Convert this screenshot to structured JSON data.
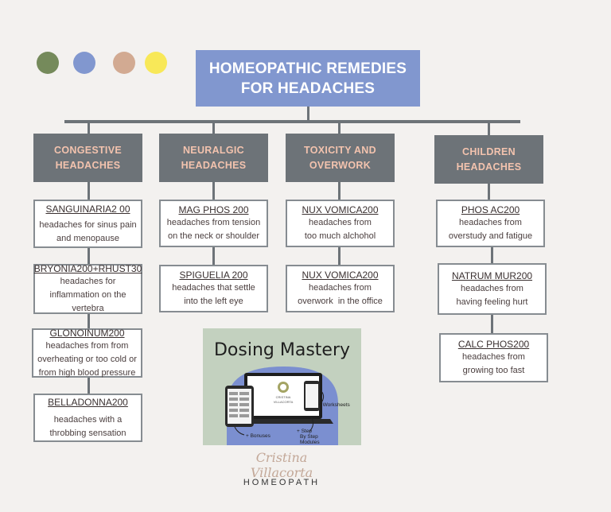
{
  "colors": {
    "green": "#758a5b",
    "blue": "#8197cf",
    "tan": "#d2aa92",
    "yellow": "#f8e858",
    "header": "#6d7378",
    "title": "#8197cf"
  },
  "title": {
    "line1": "HOMEOPATHIC REMEDIES",
    "line2": "FOR HEADACHES"
  },
  "categories": [
    {
      "line1": "CONGESTIVE",
      "line2": "HEADACHES",
      "remedies": [
        {
          "name": "SANGUINARIA2 00",
          "desc": [
            "headaches for sinus pain",
            "and menopause"
          ]
        },
        {
          "name": "BRYONIA200+RHUST30",
          "desc": [
            "headaches for",
            "inflammation on the",
            "vertebra"
          ]
        },
        {
          "name": "GLONOINUM200",
          "desc": [
            "headaches from from",
            "overheating or too cold or",
            "from high blood pressure"
          ]
        },
        {
          "name": "BELLADONNA200",
          "desc": [
            "headaches with a",
            "throbbing sensation"
          ]
        }
      ]
    },
    {
      "line1": "NEURALGIC",
      "line2": "HEADACHES",
      "remedies": [
        {
          "name": "MAG PHOS 200",
          "desc": [
            "headaches from tension",
            "on the neck or shoulder"
          ]
        },
        {
          "name": "SPIGUELIA 200",
          "desc": [
            "headaches that settle",
            "into the left eye"
          ]
        }
      ]
    },
    {
      "line1": "TOXICITY AND",
      "line2": "OVERWORK",
      "remedies": [
        {
          "name": "NUX VOMICA200",
          "desc": [
            "headaches from",
            "too much alchohol"
          ]
        },
        {
          "name": "NUX VOMICA200",
          "desc": [
            "headaches from",
            "overwork  in the office"
          ]
        }
      ]
    },
    {
      "line1": "CHILDREN",
      "line2": "HEADACHES",
      "remedies": [
        {
          "name": "PHOS AC200",
          "desc": [
            "headaches from",
            "overstudy and fatigue"
          ]
        },
        {
          "name": "NATRUM MUR200",
          "desc": [
            "headaches from",
            "having feeling hurt"
          ]
        },
        {
          "name": "CALC PHOS200",
          "desc": [
            "headaches from",
            "growing too fast"
          ]
        }
      ]
    }
  ],
  "promo": {
    "title": "Dosing Mastery",
    "laptop_text": [
      "CRISTINA",
      "VILLACORTA"
    ],
    "worksheets": "+ Worksheets",
    "bonuses": "+ Bonuses",
    "modules": [
      "+ Step",
      "By Step",
      "Modules"
    ]
  },
  "signature": "Cristina Villacorta",
  "tagline": "HOMEOPATH"
}
